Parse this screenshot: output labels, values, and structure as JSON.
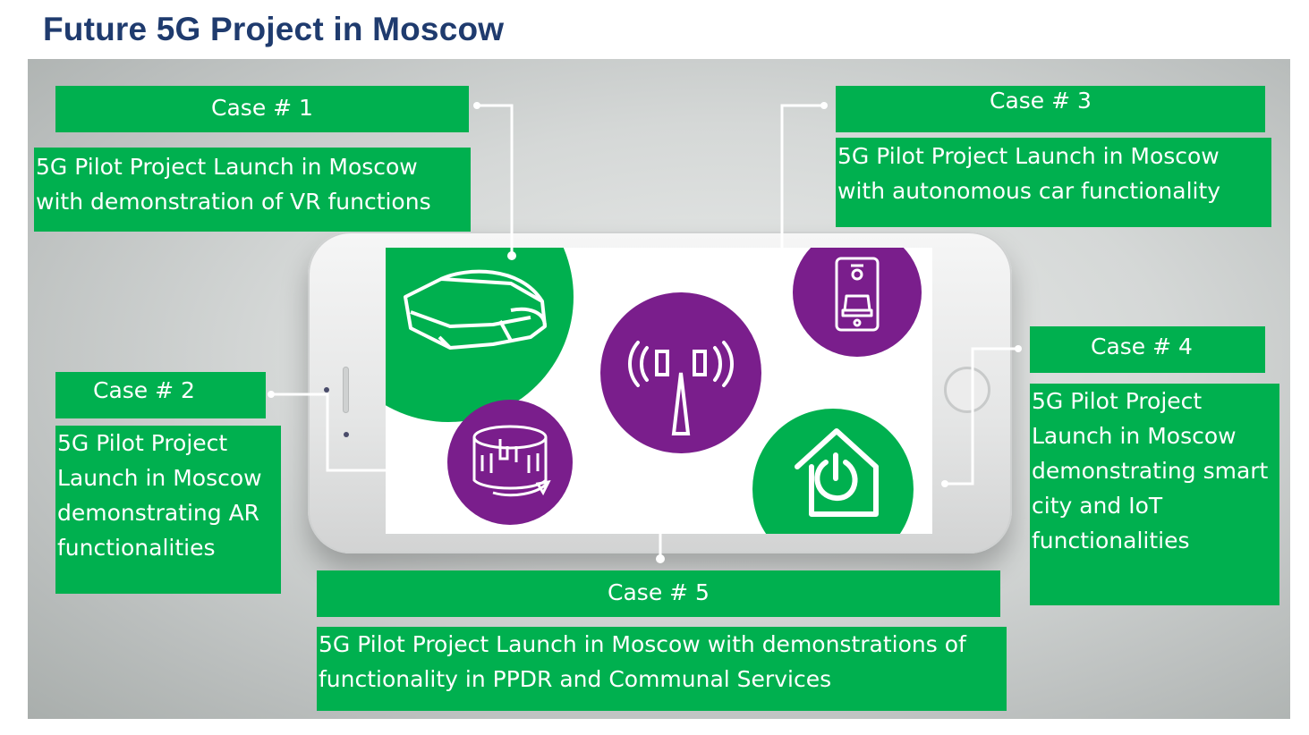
{
  "title": "Future 5G Project in Moscow",
  "colors": {
    "green": "#00b04f",
    "purple": "#7a1e8c",
    "title": "#1f3b6e"
  },
  "cases": [
    {
      "header": "Case # 1",
      "text": "5G Pilot Project Launch in Moscow with demonstration of VR functions",
      "icon": "vr-headset-icon"
    },
    {
      "header": "Case # 2",
      "text": "5G Pilot Project Launch in Moscow demonstrating AR functionalities",
      "icon": "ar-city-icon"
    },
    {
      "header": "Case # 3",
      "text": "5G Pilot Project Launch in Moscow with autonomous car functionality",
      "icon": "autonomous-car-phone-icon"
    },
    {
      "header": "Case # 4",
      "text": "5G Pilot Project Launch in Moscow demonstrating smart city and IoT functionalities",
      "icon": "smart-home-icon"
    },
    {
      "header": "Case # 5",
      "text": "5G Pilot Project Launch in Moscow with demonstrations of functionality in PPDR and Communal Services",
      "icon": "antenna-tower-icon"
    }
  ]
}
